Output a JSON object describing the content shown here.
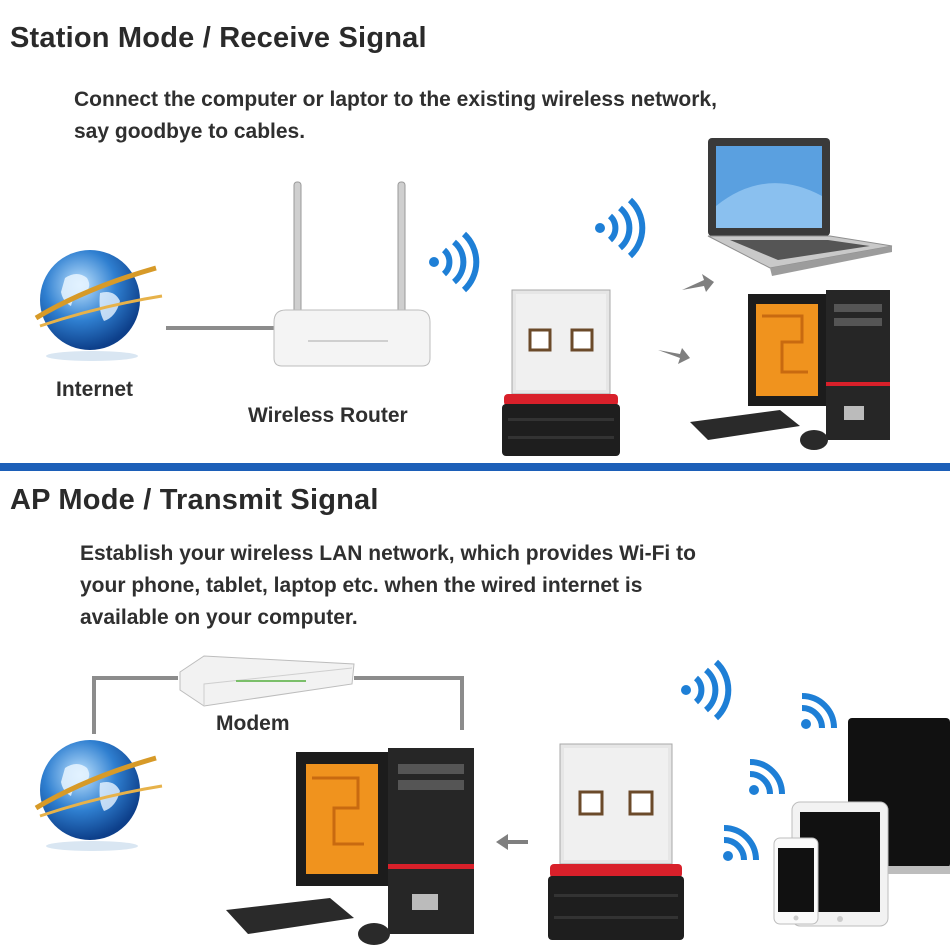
{
  "station": {
    "title": "Station Mode / Receive Signal",
    "description_lines": [
      "Connect the computer or laptor to the existing wireless network,",
      "say goodbye to cables."
    ],
    "labels": {
      "internet": "Internet",
      "router": "Wireless Router"
    }
  },
  "ap": {
    "title": "AP Mode / Transmit Signal",
    "description_lines": [
      "Establish your wireless LAN network, which provides Wi-Fi to",
      "your phone, tablet, laptop etc. when the wired internet is",
      "available on your computer."
    ],
    "labels": {
      "modem": "Modem"
    }
  },
  "colors": {
    "divider": "#1c5fb8",
    "wifi": "#1e7fd6",
    "adapter_red": "#d8202a",
    "screen_orange": "#f0931e"
  }
}
